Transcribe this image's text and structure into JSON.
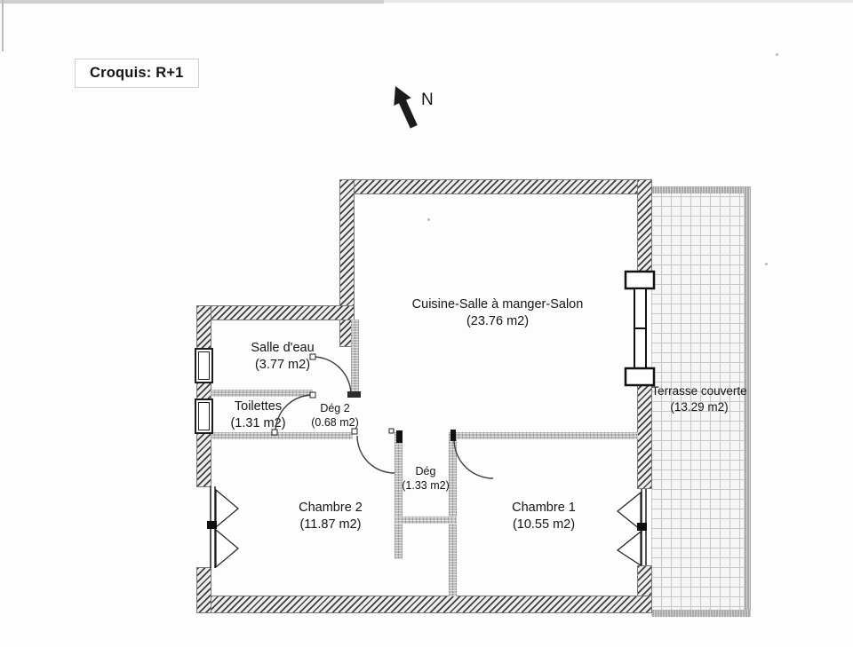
{
  "title": "Croquis: R+1",
  "compass": {
    "label": "N"
  },
  "rooms": {
    "cuisine": {
      "name": "Cuisine-Salle à manger-Salon",
      "area": "(23.76 m2)"
    },
    "salle_eau": {
      "name": "Salle d'eau",
      "area": "(3.77 m2)"
    },
    "toilettes": {
      "name": "Toilettes",
      "area": "(1.31 m2)"
    },
    "deg2": {
      "name": "Dég 2",
      "area": "(0.68 m2)"
    },
    "deg": {
      "name": "Dég",
      "area": "(1.33 m2)"
    },
    "chambre2": {
      "name": "Chambre 2",
      "area": "(11.87 m2)"
    },
    "chambre1": {
      "name": "Chambre 1",
      "area": "(10.55 m2)"
    },
    "terrasse": {
      "name": "Terrasse couverte",
      "area": "(13.29 m2)"
    }
  },
  "colors": {
    "wall_hatch": "#3f3f3f",
    "wall_interior": "#bfbfbf",
    "terrace_grid": "#c7c7c7",
    "ink": "#141414"
  }
}
